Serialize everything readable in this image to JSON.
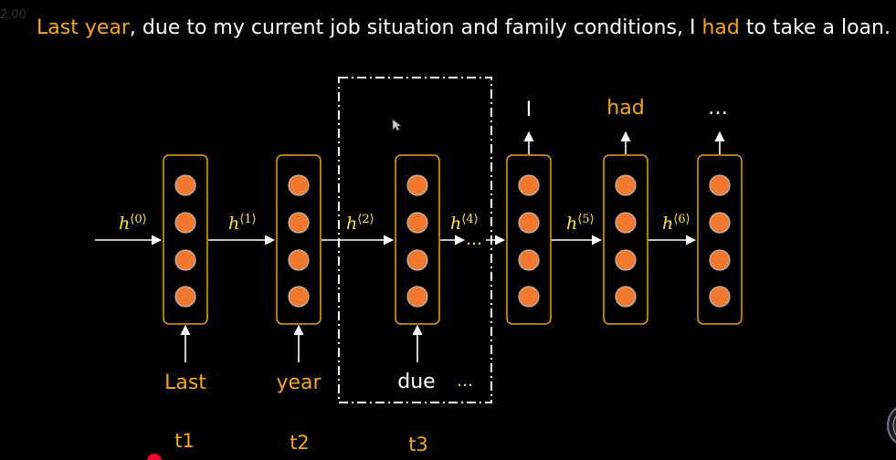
{
  "corner_value": "2.00",
  "sentence": {
    "parts": [
      {
        "text": "Last year",
        "highlight": true
      },
      {
        "text": ", due to my current job situation and family conditions, I ",
        "highlight": false
      },
      {
        "text": "had",
        "highlight": true
      },
      {
        "text": " to take a loan.",
        "highlight": false
      }
    ]
  },
  "colors": {
    "background": "#000000",
    "highlight": "#f5a623",
    "text": "#ffffff",
    "cell_border": "#e8a020",
    "node_fill": "#f2782f",
    "node_stroke": "#b8b8b8",
    "hidden_label": "#ffe64a",
    "ellipsis": "#ffe64a",
    "arrow": "#ffffff",
    "pointer": "#ff0033"
  },
  "hidden_labels": [
    "h",
    "h",
    "h",
    "h",
    "h",
    "h"
  ],
  "hidden_superscripts": [
    "⟨0⟩",
    "⟨1⟩",
    "⟨2⟩",
    "⟨4⟩",
    "⟨5⟩",
    "⟨6⟩"
  ],
  "inputs": [
    {
      "label": "Last",
      "color": "#f5a623"
    },
    {
      "label": "year",
      "color": "#f5a623"
    },
    {
      "label": "due",
      "color": "#ffffff"
    }
  ],
  "outputs": [
    {
      "label": "I",
      "color": "#ffffff"
    },
    {
      "label": "had",
      "color": "#f5a623"
    },
    {
      "label": "…",
      "color": "#ffffff"
    }
  ],
  "ellipsis": "…",
  "timesteps": [
    "t1",
    "t2",
    "t3"
  ],
  "window_label": "",
  "icons": [
    "mouse-cursor-icon",
    "red-pointer-dot-icon",
    "circle-button-icon"
  ]
}
